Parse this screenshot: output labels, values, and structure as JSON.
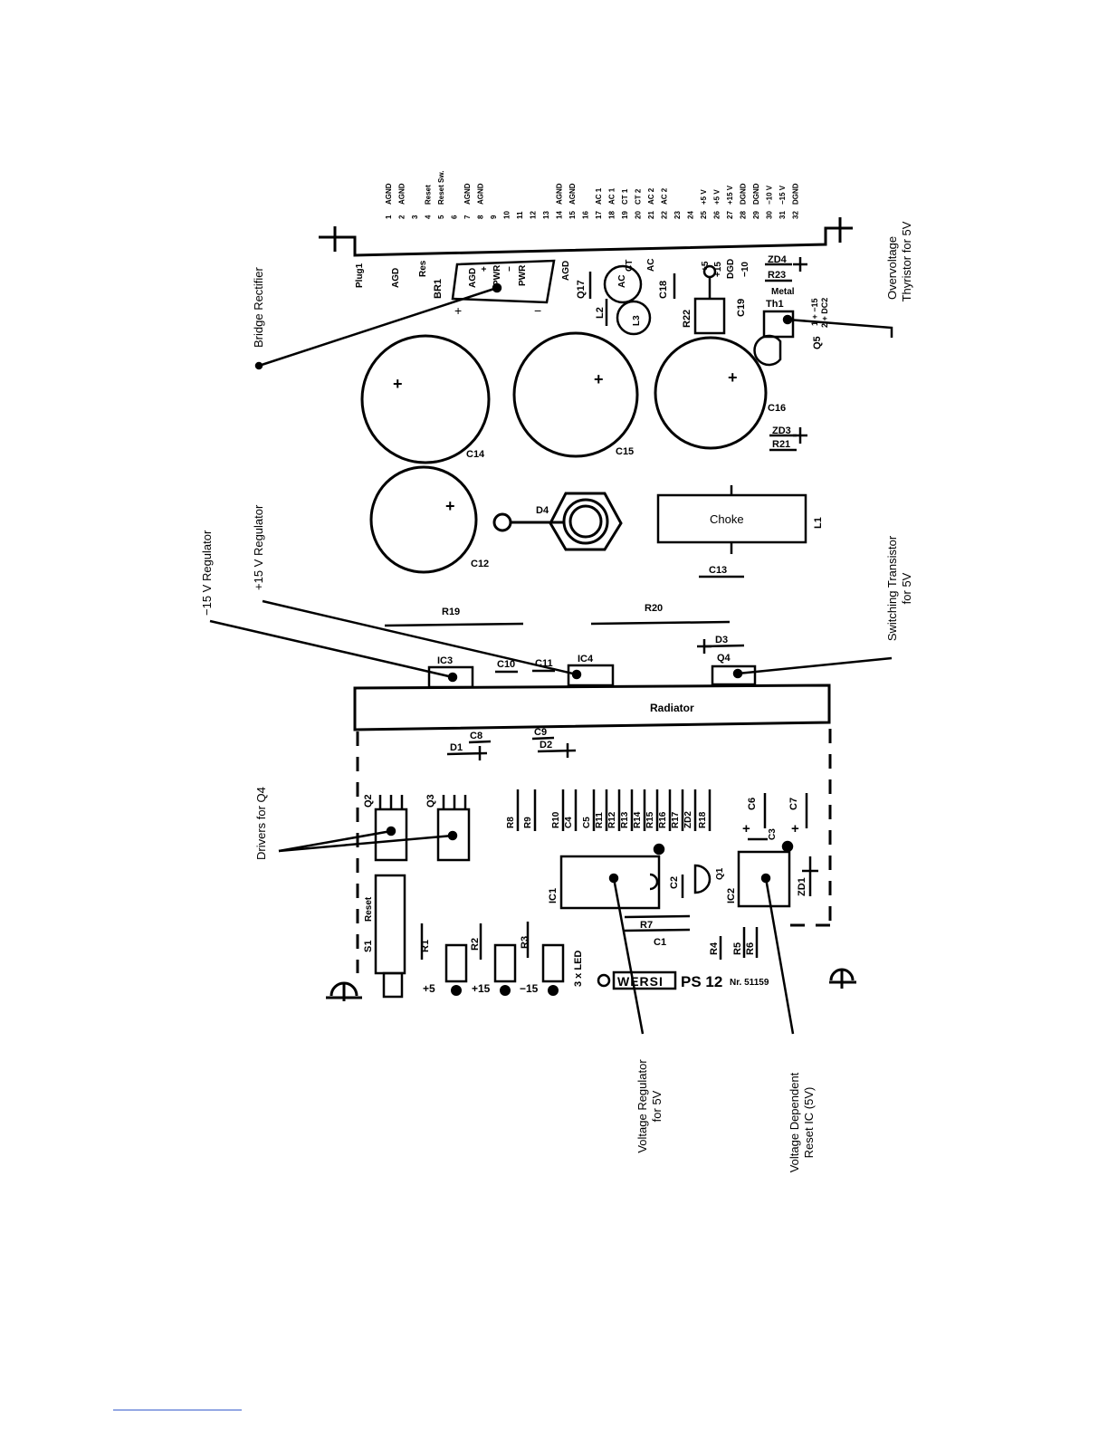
{
  "callouts": {
    "bridge_rectifier": "Bridge Rectifier",
    "minus15_regulator": "−15 V Regulator",
    "plus15_regulator": "+15 V Regulator",
    "overvoltage_line1": "Overvoltage",
    "overvoltage_line2": "Thyristor for 5V",
    "switching_line1": "Switching Transistor",
    "switching_line2": "for 5V",
    "drivers": "Drivers for Q4",
    "vreg_line1": "Voltage Regulator",
    "vreg_line2": "for 5V",
    "reset_line1": "Voltage Dependent",
    "reset_line2": "Reset IC (5V)"
  },
  "connector": {
    "pins": [
      {
        "num": "1",
        "name": "AGND"
      },
      {
        "num": "2",
        "name": "AGND"
      },
      {
        "num": "3",
        "name": ""
      },
      {
        "num": "4",
        "name": "Reset"
      },
      {
        "num": "5",
        "name": "Reset Sw."
      },
      {
        "num": "6",
        "name": ""
      },
      {
        "num": "7",
        "name": "AGND"
      },
      {
        "num": "8",
        "name": "AGND"
      },
      {
        "num": "9",
        "name": ""
      },
      {
        "num": "10",
        "name": ""
      },
      {
        "num": "11",
        "name": ""
      },
      {
        "num": "12",
        "name": ""
      },
      {
        "num": "13",
        "name": ""
      },
      {
        "num": "14",
        "name": "AGND"
      },
      {
        "num": "15",
        "name": "AGND"
      },
      {
        "num": "16",
        "name": ""
      },
      {
        "num": "17",
        "name": "AC 1"
      },
      {
        "num": "18",
        "name": "AC 1"
      },
      {
        "num": "19",
        "name": "CT 1"
      },
      {
        "num": "20",
        "name": "CT 2"
      },
      {
        "num": "21",
        "name": "AC 2"
      },
      {
        "num": "22",
        "name": "AC 2"
      },
      {
        "num": "23",
        "name": ""
      },
      {
        "num": "24",
        "name": ""
      },
      {
        "num": "25",
        "name": "+5 V"
      },
      {
        "num": "26",
        "name": "+5 V"
      },
      {
        "num": "27",
        "name": "+15 V"
      },
      {
        "num": "28",
        "name": "DGND"
      },
      {
        "num": "29",
        "name": "DGND"
      },
      {
        "num": "30",
        "name": "−10 V"
      },
      {
        "num": "31",
        "name": "−15 V"
      },
      {
        "num": "32",
        "name": "DGND"
      }
    ]
  },
  "board": {
    "edge_labels": [
      "Plug1",
      "AGD",
      "Res",
      "AGD",
      "+",
      "PWR",
      "−",
      "PWR",
      "AGD",
      "AC",
      "CT",
      "AC",
      "+5",
      "+15",
      "DGD",
      "−10"
    ],
    "components": {
      "br1": "BR1",
      "q17": "Q17",
      "l2": "L2",
      "l3": "L3",
      "c18": "C18",
      "c19": "C19",
      "r22": "R22",
      "zd4": "ZD4",
      "r23": "R23",
      "metal": "Metal",
      "th1": "Th1",
      "th_pins": "1 + −15",
      "th_pins2": "2 + DC2",
      "q5": "Q5",
      "c14": "C14",
      "c15": "C15",
      "c16": "C16",
      "zd3": "ZD3",
      "r21": "R21",
      "c12": "C12",
      "d4": "D4",
      "choke": "Choke",
      "l1": "L1",
      "c13": "C13",
      "r19": "R19",
      "r20": "R20",
      "d3": "D3",
      "q4": "Q4",
      "ic3": "IC3",
      "c10": "C10",
      "c11": "C11",
      "ic4": "IC4",
      "radiator": "Radiator",
      "c8": "C8",
      "d1": "D1",
      "c9": "C9",
      "d2": "D2",
      "q2": "Q2",
      "q3": "Q3",
      "r8": "R8",
      "r9": "R9",
      "r10": "R10",
      "c4": "C4",
      "c5": "C5",
      "r11": "R11",
      "r12": "R12",
      "r13": "R13",
      "r14": "R14",
      "r15": "R15",
      "r16": "R16",
      "r17": "R17",
      "zd2": "ZD2",
      "r18": "R18",
      "c6": "C6",
      "c7": "C7",
      "c3": "C3",
      "q1": "Q1",
      "ic1": "IC1",
      "c2": "C2",
      "ic2": "IC2",
      "zd1": "ZD1",
      "reset": "Reset",
      "s1": "S1",
      "r1": "R1",
      "r2": "R2",
      "r3": "R3",
      "r7": "R7",
      "c1": "C1",
      "r4": "R4",
      "r5": "R5",
      "r6": "R6",
      "led_count": "3 x LED"
    },
    "leds": [
      "+5",
      "+15",
      "−15"
    ],
    "brand": "WERSI",
    "model": "PS 12",
    "part_no": "Nr. 51159",
    "plus": "+",
    "minus": "−"
  }
}
